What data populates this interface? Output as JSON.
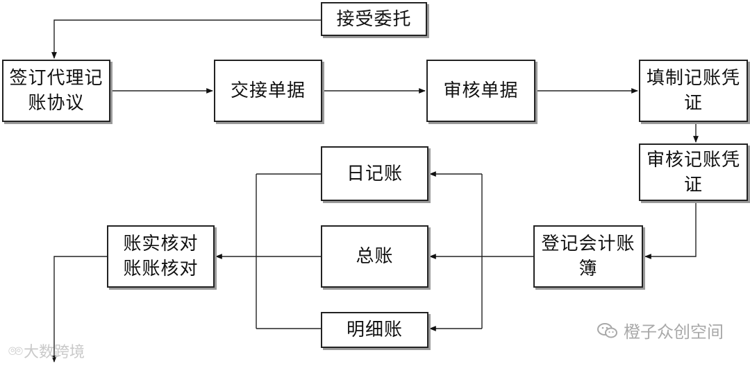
{
  "nodes": {
    "accept": "接受委托",
    "sign": "签订代理记\n账协议",
    "handover": "交接单据",
    "review_docs": "审核单据",
    "fill_voucher": "填制记账凭\n证",
    "review_voucher": "审核记账凭\n证",
    "register": "登记会计账\n簿",
    "journal": "日记账",
    "general": "总账",
    "detail": "明细账",
    "reconcile": "账实核对\n账账核对"
  },
  "watermarks": {
    "left_text": "大数跨境",
    "right_text": "橙子众创空间",
    "left_logo_icon": "dashuju-logo-icon",
    "right_logo_icon": "wechat-icon"
  }
}
